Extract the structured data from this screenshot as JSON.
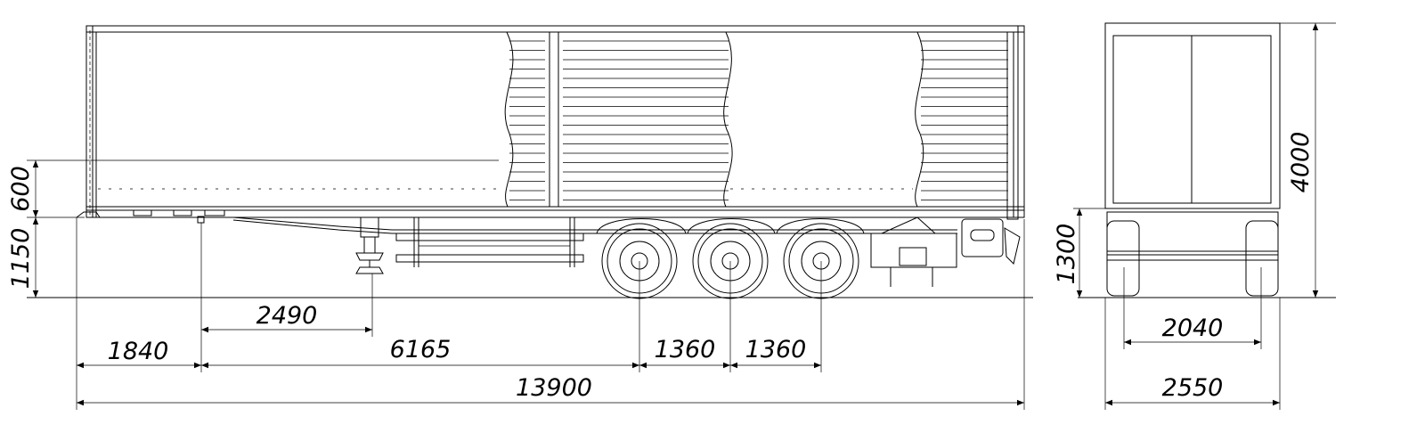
{
  "side_view": {
    "dimensions": {
      "overall_length": "13900",
      "front_overhang": "1840",
      "kingpin_to_landing_gear": "2490",
      "kingpin_to_first_axle": "6165",
      "axle_spacing_1": "1360",
      "axle_spacing_2": "1360",
      "frame_height": "600",
      "coupling_height": "1150"
    }
  },
  "rear_view": {
    "dimensions": {
      "overall_height": "4000",
      "floor_height": "1300",
      "track_width": "2040",
      "overall_width": "2550"
    }
  }
}
